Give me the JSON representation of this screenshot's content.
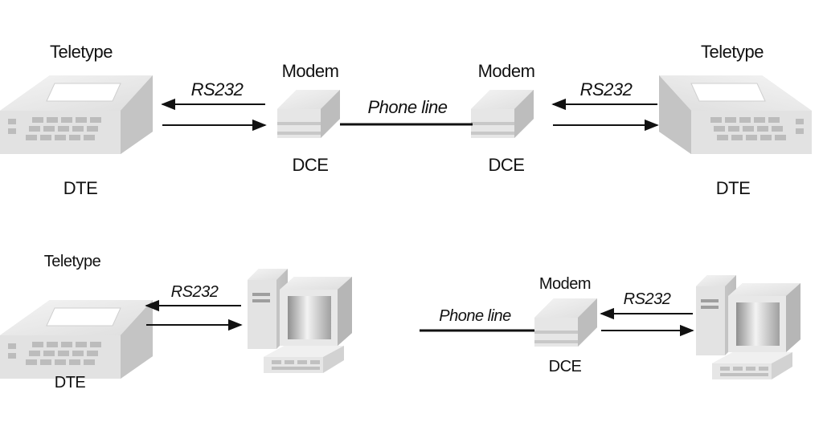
{
  "top_row": {
    "left_device": {
      "title": "Teletype",
      "role": "DTE"
    },
    "left_link": {
      "label": "RS232"
    },
    "left_modem": {
      "title": "Modem",
      "role": "DCE"
    },
    "phone": {
      "label": "Phone line"
    },
    "right_modem": {
      "title": "Modem",
      "role": "DCE"
    },
    "right_link": {
      "label": "RS232"
    },
    "right_device": {
      "title": "Teletype",
      "role": "DTE"
    }
  },
  "bottom_left": {
    "device": {
      "title": "Teletype",
      "role": "DTE"
    },
    "link": {
      "label": "RS232"
    }
  },
  "bottom_right": {
    "phone": {
      "label": "Phone line"
    },
    "modem": {
      "title": "Modem",
      "role": "DCE"
    },
    "link": {
      "label": "RS232"
    }
  },
  "icons": [
    "teletype-icon",
    "modem-icon",
    "computer-icon"
  ]
}
